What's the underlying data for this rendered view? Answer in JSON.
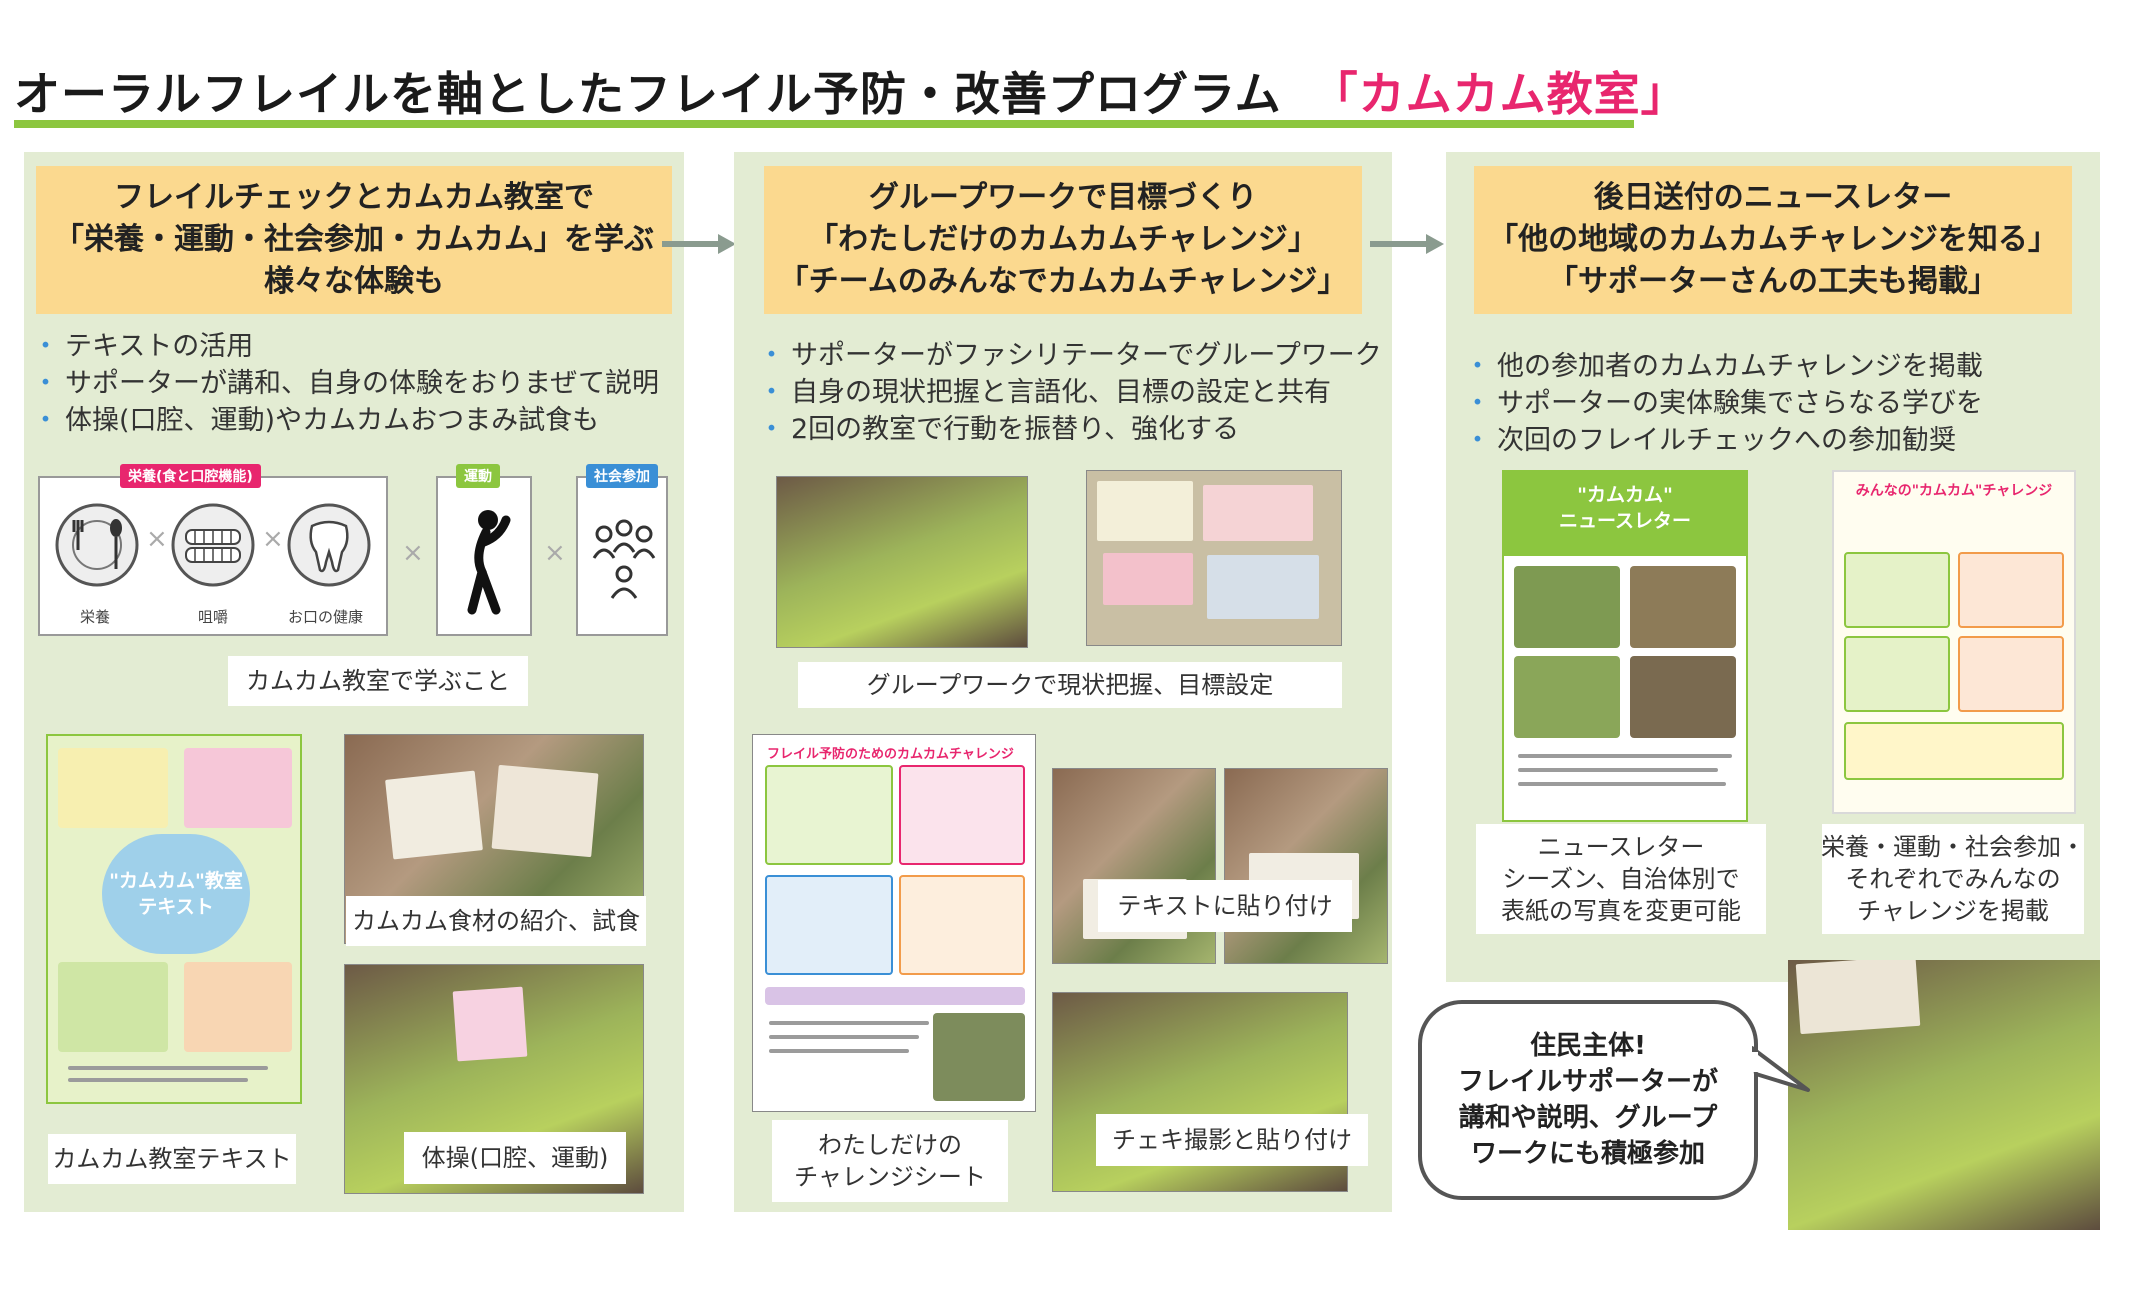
{
  "title": {
    "main": "オーラルフレイルを軸としたフレイル予防・改善プログラム",
    "accent": "「カムカム教室」"
  },
  "colors": {
    "accent": "#e8266e",
    "rule": "#8cc63f",
    "panel": "#e3ecd3",
    "header": "#fbd98f",
    "bullet": "#3a8fd6"
  },
  "steps": [
    {
      "header": [
        "フレイルチェックとカムカム教室で",
        "「栄養・運動・社会参加・カムカム」を学ぶ",
        "様々な体験も"
      ],
      "bullets": [
        "テキストの活用",
        "サポーターが講和、自身の体験をおりまぜて説明",
        "体操(口腔、運動)やカムカムおつまみ試食も"
      ],
      "diagram": {
        "nutrition_label": "栄養(食と口腔機能)",
        "exercise_label": "運動",
        "social_label": "社会参加",
        "icons": [
          "栄養",
          "咀嚼",
          "お口の健康"
        ],
        "icon_names": [
          "fork-spoon-plate-icon",
          "teeth-icon",
          "tooth-icon",
          "stretching-person-icon",
          "people-group-icon"
        ]
      },
      "diagram_caption": "カムカム教室で学ぶこと",
      "doc_text": [
        "\"カムカム\"教室",
        "テキスト"
      ],
      "captions": [
        "カムカム教室テキスト",
        "カムカム食材の紹介、試食",
        "体操(口腔、運動)"
      ]
    },
    {
      "header": [
        "グループワークで目標づくり",
        "「わたしだけのカムカムチャレンジ」",
        "「チームのみんなでカムカムチャレンジ」"
      ],
      "bullets": [
        "サポーターがファシリテーターでグループワーク",
        "自身の現状把握と言語化、目標の設定と共有",
        "2回の教室で行動を振替り、強化する"
      ],
      "photo_caption": "グループワークで現状把握、目標設定",
      "sheet_title": "フレイル予防のためのカムカムチャレンジ",
      "captions": [
        "わたしだけの",
        "チャレンジシート",
        "テキストに貼り付け",
        "チェキ撮影と貼り付け"
      ]
    },
    {
      "header": [
        "後日送付のニュースレター",
        "「他の地域のカムカムチャレンジを知る」",
        "「サポーターさんの工夫も掲載」"
      ],
      "bullets": [
        "他の参加者のカムカムチャレンジを掲載",
        "サポーターの実体験集でさらなる学びを",
        "次回のフレイルチェックへの参加勧奨"
      ],
      "newsletter_title": [
        "\"カムカム\"",
        "ニュースレター"
      ],
      "challenge_title": "みんなの\"カムカム\"チャレンジ",
      "captions": [
        [
          "ニュースレター",
          "シーズン、自治体別で",
          "表紙の写真を変更可能"
        ],
        [
          "栄養・運動・社会参加・",
          "それぞれでみんなの",
          "チャレンジを掲載"
        ]
      ]
    }
  ],
  "bubble": [
    "住民主体!",
    "フレイルサポーターが",
    "講和や説明、グループ",
    "ワークにも積極参加"
  ]
}
